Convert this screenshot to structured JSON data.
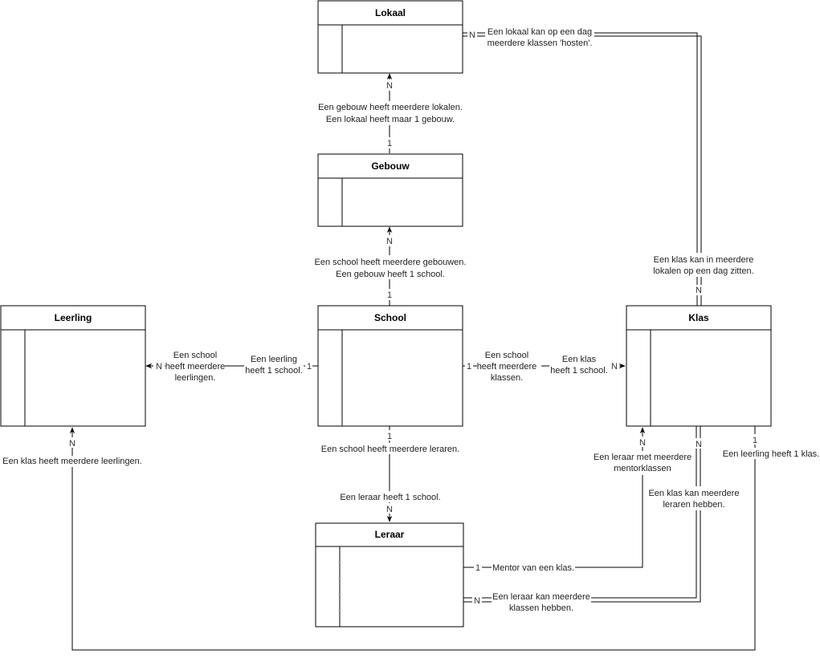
{
  "entities": {
    "lokaal": {
      "title": "Lokaal"
    },
    "gebouw": {
      "title": "Gebouw"
    },
    "school": {
      "title": "School"
    },
    "leerling": {
      "title": "Leerling"
    },
    "klas": {
      "title": "Klas"
    },
    "leraar": {
      "title": "Leraar"
    }
  },
  "relations": {
    "gebouw_lokaal": {
      "card_from": "1",
      "card_to": "N",
      "label": [
        "Een gebouw heeft meerdere lokalen.",
        "Een lokaal heeft maar 1 gebouw."
      ]
    },
    "school_gebouw": {
      "card_from": "1",
      "card_to": "N",
      "label": [
        "Een school heeft meerdere gebouwen.",
        "Een gebouw heeft 1 school."
      ]
    },
    "school_leerling": {
      "card_from": "1",
      "card_to": "N",
      "label_a": [
        "Een school",
        "heeft meerdere",
        "leerlingen."
      ],
      "label_b": [
        "Een leerling",
        "heeft 1 school."
      ]
    },
    "school_klas": {
      "card_from": "1",
      "card_to": "N",
      "label_a": [
        "Een school",
        "heeft meerdere",
        "klassen."
      ],
      "label_b": [
        "Een klas",
        "heeft 1 school."
      ]
    },
    "school_leraar": {
      "card_from": "1",
      "card_to": "N",
      "label_a": "Een school heeft meerdere leraren.",
      "label_b": "Een leraar heeft 1 school."
    },
    "lokaal_klas": {
      "card_from": "N",
      "card_to": "N",
      "label_a": [
        "Een lokaal kan op een dag",
        "meerdere klassen 'hosten'."
      ],
      "label_b": [
        "Een klas kan in meerdere",
        "lokalen op een dag zitten."
      ]
    },
    "leraar_klas_mentor": {
      "card_from": "1",
      "card_to": "N",
      "label_a": "Mentor van een klas.",
      "label_b": [
        "Een leraar met meerdere",
        "mentorklassen"
      ]
    },
    "leraar_klas_many": {
      "card_from": "N",
      "card_to": "N",
      "label_a": [
        "Een leraar kan meerdere",
        "klassen hebben."
      ],
      "label_b": [
        "Een klas kan meerdere",
        "leraren hebben."
      ]
    },
    "klas_leerling": {
      "card_from": "1",
      "card_to": "N",
      "label_a": "Een leerling heeft 1 klas.",
      "label_b": "Een klas heeft meerdere leerlingen."
    }
  }
}
